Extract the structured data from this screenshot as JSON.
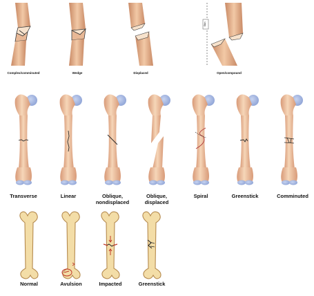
{
  "colors": {
    "bone_fill": "#f2c9a6",
    "bone_shadow": "#d89a78",
    "bone_cut": "#c98a66",
    "cartilage": "#9fb3de",
    "plain_bone": "#f3dda7",
    "plain_bone_outline": "#b58a4e",
    "fracture_line": "#2a2a2a",
    "avulsion_mark": "#c0392b"
  },
  "top_row": {
    "labels": [
      {
        "text": "Complex/comminuted",
        "icon": "comminuted-closeup-icon"
      },
      {
        "text": "Wedge",
        "icon": "wedge-closeup-icon"
      },
      {
        "text": "Displaced",
        "icon": "displaced-closeup-icon"
      },
      {
        "text": "Open/compound",
        "icon": "open-compound-closeup-icon"
      }
    ],
    "skin_marker": "Skin"
  },
  "middle_row": {
    "labels": [
      {
        "text": "Transverse",
        "icon": "transverse-fracture-icon"
      },
      {
        "text": "Linear",
        "icon": "linear-fracture-icon"
      },
      {
        "text": "Oblique, nondisplaced",
        "icon": "oblique-nondisplaced-fracture-icon"
      },
      {
        "text": "Oblique, displaced",
        "icon": "oblique-displaced-fracture-icon"
      },
      {
        "text": "Spiral",
        "icon": "spiral-fracture-icon"
      },
      {
        "text": "Greenstick",
        "icon": "greenstick-femur-icon"
      },
      {
        "text": "Comminuted",
        "icon": "comminuted-femur-icon"
      }
    ]
  },
  "bottom_row": {
    "labels": [
      {
        "text": "Normal",
        "icon": "normal-bone-icon"
      },
      {
        "text": "Avulsion",
        "icon": "avulsion-bone-icon"
      },
      {
        "text": "Impacted",
        "icon": "impacted-bone-icon"
      },
      {
        "text": "Greenstick",
        "icon": "greenstick-bone-icon"
      }
    ]
  }
}
